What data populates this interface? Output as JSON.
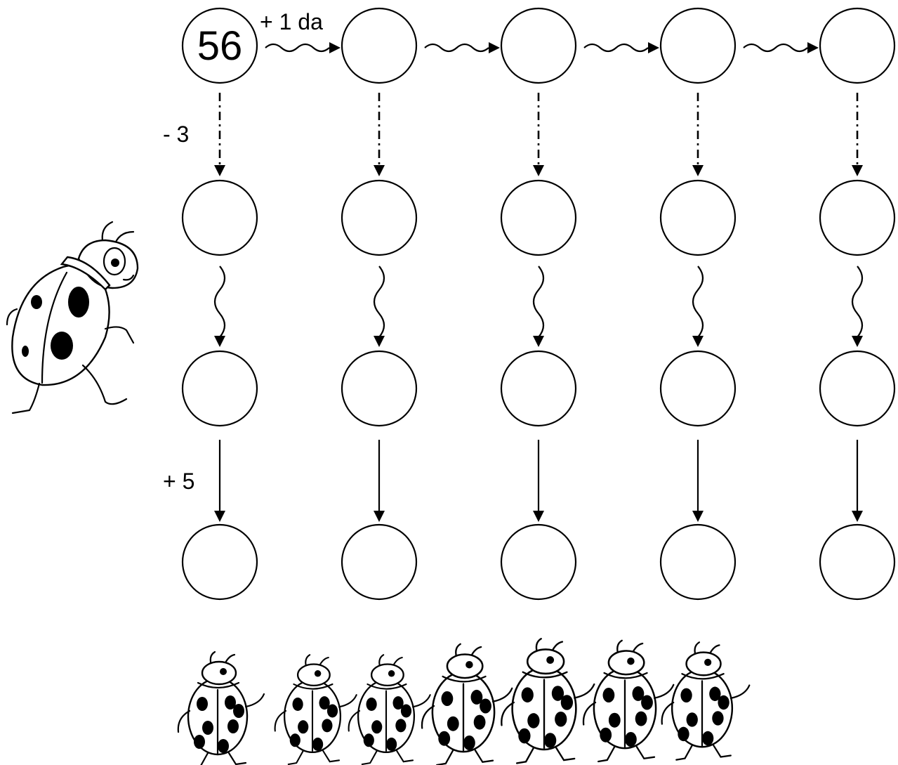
{
  "start_value": "56",
  "row_rule_label": "+ 1 da",
  "col_rule_1_label": "- 3",
  "col_rule_3_label": "+ 5",
  "grid": {
    "columns": 5,
    "rows": 4,
    "cells": [
      [
        "56",
        "",
        "",
        "",
        ""
      ],
      [
        "",
        "",
        "",
        "",
        ""
      ],
      [
        "",
        "",
        "",
        "",
        ""
      ],
      [
        "",
        "",
        "",
        "",
        ""
      ]
    ]
  },
  "icons": {
    "big_bug": "ladybug-icon",
    "parade": "ladybug-parade-icon"
  }
}
